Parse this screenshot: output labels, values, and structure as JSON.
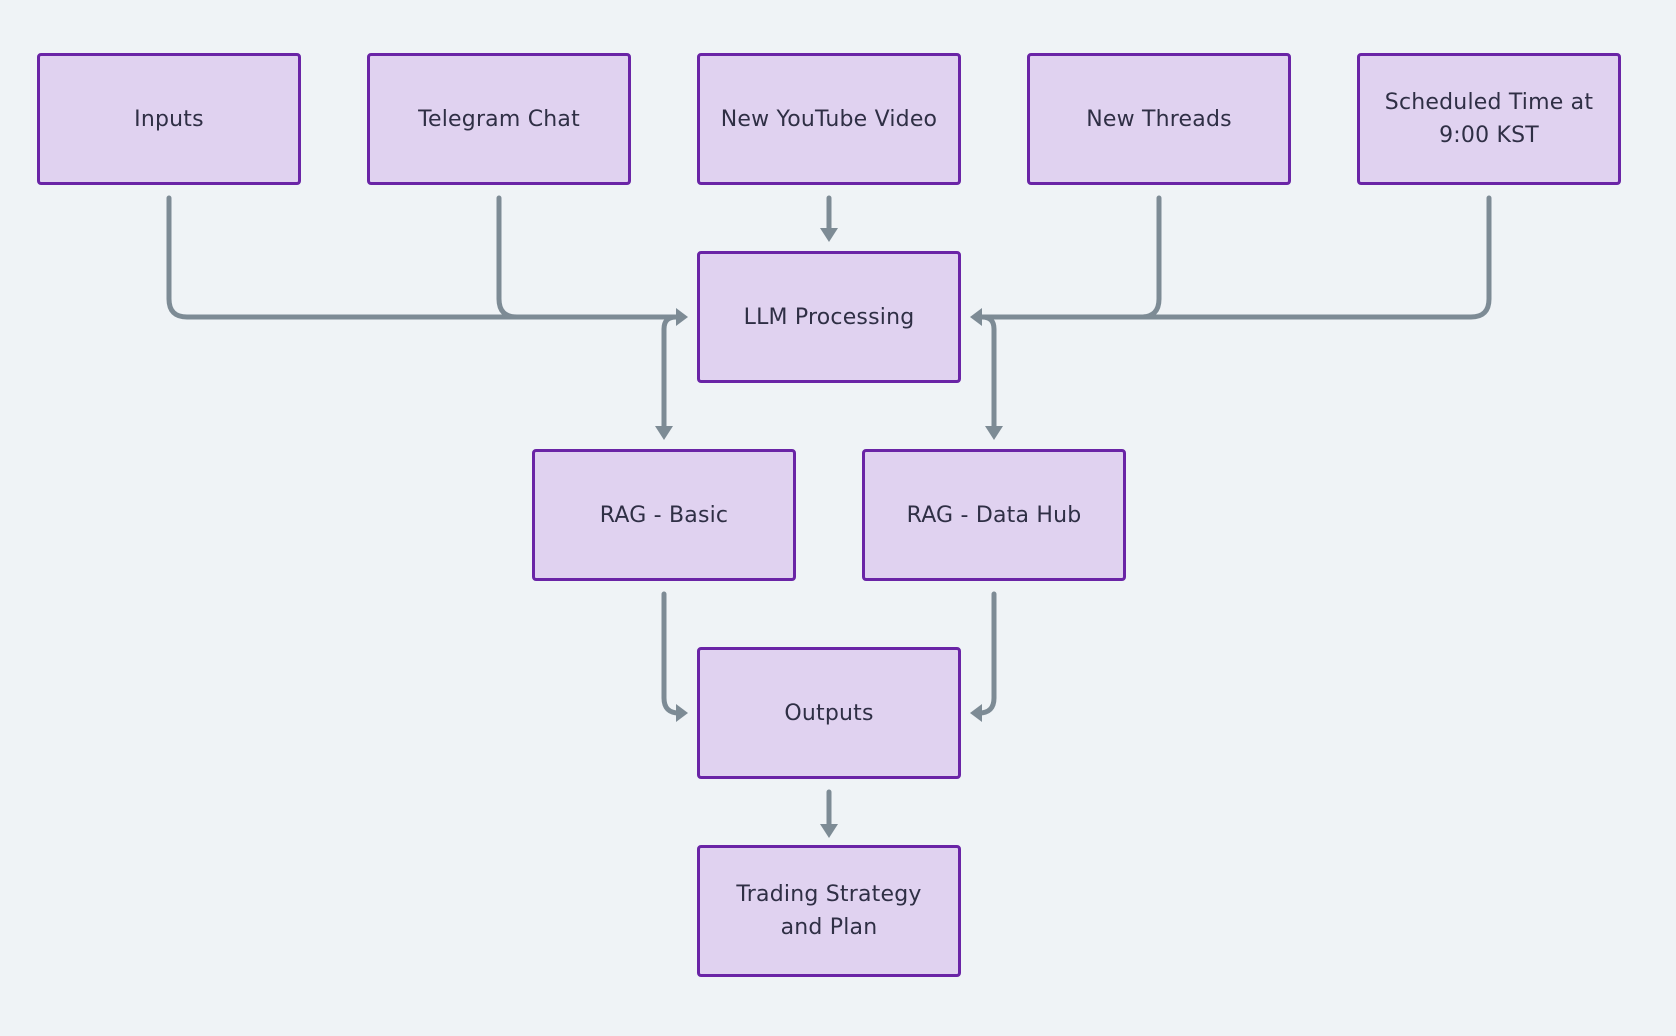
{
  "diagram": {
    "nodes": {
      "inputs": {
        "label": "Inputs"
      },
      "telegram": {
        "label": "Telegram Chat"
      },
      "youtube": {
        "label": "New YouTube Video"
      },
      "threads": {
        "label": "New Threads"
      },
      "schedule": {
        "label": "Scheduled Time at 9:00 KST"
      },
      "llm": {
        "label": "LLM Processing"
      },
      "rag_basic": {
        "label": "RAG - Basic"
      },
      "rag_hub": {
        "label": "RAG - Data Hub"
      },
      "outputs": {
        "label": "Outputs"
      },
      "plan": {
        "label": "Trading Strategy and Plan"
      }
    },
    "edges": [
      {
        "from": "Inputs",
        "to": "LLM Processing"
      },
      {
        "from": "Telegram Chat",
        "to": "LLM Processing"
      },
      {
        "from": "New YouTube Video",
        "to": "LLM Processing"
      },
      {
        "from": "New Threads",
        "to": "LLM Processing"
      },
      {
        "from": "Scheduled Time at 9:00 KST",
        "to": "LLM Processing"
      },
      {
        "from": "LLM Processing",
        "to": "RAG - Basic"
      },
      {
        "from": "LLM Processing",
        "to": "RAG - Data Hub"
      },
      {
        "from": "RAG - Basic",
        "to": "Outputs"
      },
      {
        "from": "RAG - Data Hub",
        "to": "Outputs"
      },
      {
        "from": "Outputs",
        "to": "Trading Strategy and Plan"
      }
    ],
    "colors": {
      "background": "#eff3f6",
      "node_fill": "#e0d2f0",
      "node_border": "#6a24a6",
      "edge": "#7d8b95",
      "text": "#2f2f45"
    }
  }
}
